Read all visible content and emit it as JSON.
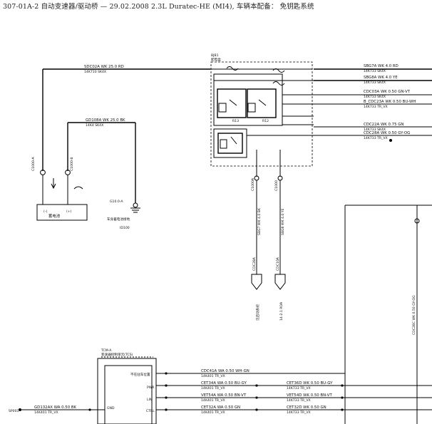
{
  "header": {
    "title": "307-01A-2 自动变速器/驱动桥 — 29.02.2008   2.3L Duratec-HE (MI4), 车辆本配备：  免钥匙系统"
  },
  "battery": {
    "label": "蓄电池",
    "minus": "(-)",
    "plus": "(+)"
  },
  "ground": {
    "id": "G10.0-A",
    "label": "车身蓄电池接地",
    "ref": "ID100"
  },
  "relay_box": {
    "id": "BJB1",
    "subtitle": "配电盒",
    "r1": "R13",
    "r2": "R12"
  },
  "wires_top": {
    "left_main": "SDC02A   WK 25.0   RD",
    "left_main_code": "14K710   SK4X",
    "left_second": "GD108A   WK 25.0   BK",
    "left_second_code": "14K4   SK4X"
  },
  "right_wires": [
    {
      "label": "SBG7A   WK 4.0   RD",
      "code": "14K733   SK4X"
    },
    {
      "label": "SBG8A   WK 4.0   YE",
      "code": "14K733   SK4X"
    },
    {
      "label": "CDC03A   WK 0.50   GN-VT",
      "code": "14K733   SK4X"
    },
    {
      "label": "B_CDC23A   WK 0.50   BU-WH",
      "code": "14K733   TR_VX"
    },
    {
      "label": "CDC22A   WK 0.75   GN",
      "code": "14K733   SK4X"
    },
    {
      "label": "CDC28A   WK 0.50   GY-OG",
      "code": "14K733   TR_VX"
    }
  ],
  "tcm": {
    "id": "TCM-A",
    "name": "变速器控制单元(TCS)",
    "pins": [
      "不在驻车位置",
      "PWR",
      "LIN",
      "CTRL",
      "GND"
    ]
  },
  "bottom_wires": [
    {
      "label": "CDC41A   WA 0.50   WH-GN",
      "code": "14K401   TR_VX"
    },
    {
      "label": "CET34A   WA 0.50   BU-GY",
      "code": "14K401   TR_VX"
    },
    {
      "label": "VET54A   WA 0.50   BN-VT",
      "code": "14K401   TR_VX"
    },
    {
      "label": "CET32A   WA 0.50   GN",
      "code": "14K401   TR_VX"
    },
    {
      "label": "GD132AX   WA 0.50   BK",
      "code": "14K401   TR_VX"
    }
  ],
  "bottom_right": [
    {
      "label": "CET36D   WK 0.50   BU-GY",
      "code": "14K733   TR_VX"
    },
    {
      "label": "VET54D   WK 0.50   BN-VT",
      "code": "14K733   TR_VX"
    },
    {
      "label": "CET32D   WK 0.50   GN",
      "code": "14K733   TR_VX"
    }
  ],
  "vertical_wires": {
    "v1": "SBG7 WK 4.0 BK",
    "v2": "SBG8 WK 4.0 YE",
    "v1_code": "CDC28A",
    "v2_code": "CDC10A",
    "right_v": "CDC28C   WK 0.50   GY-OG"
  },
  "connectors": {
    "c1": "C1000A",
    "c2": "C1000",
    "left_ref": "见启动系统",
    "right_ref": "14-2.1 ROA",
    "ref_code": "SP001"
  }
}
